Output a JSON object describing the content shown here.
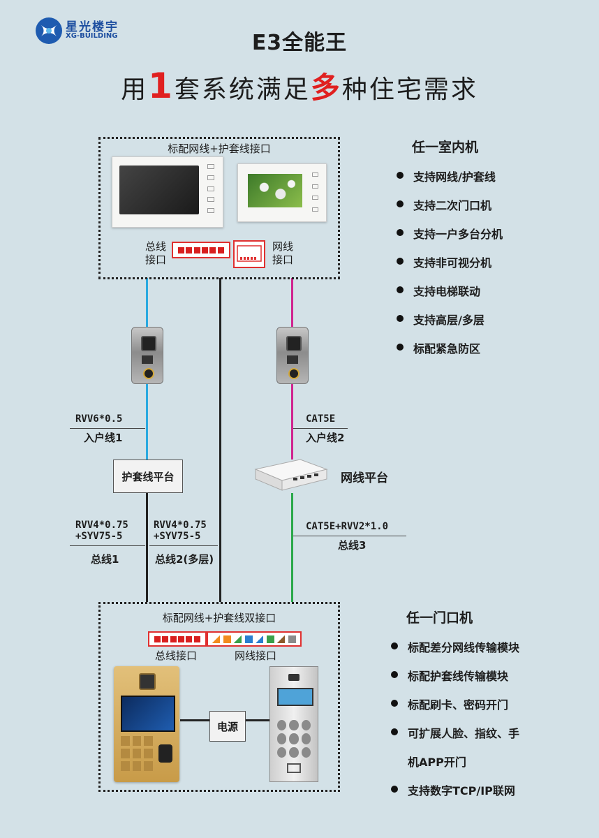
{
  "brand": {
    "name": "星光楼宇",
    "sub": "XG-BUILDING",
    "color": "#1e4fa0"
  },
  "header": {
    "title": "E3全能王",
    "subtitle_a": "用",
    "subtitle_num": "1",
    "subtitle_b": "套系统满足",
    "subtitle_many": "多",
    "subtitle_c": "种住宅需求"
  },
  "indoor": {
    "box_label": "标配网线+护套线接口",
    "bus_port_label": "总线\n接口",
    "net_port_label": "网线\n接口"
  },
  "indoor_features": {
    "title": "任一室内机",
    "items": [
      "支持网线/护套线",
      "支持二次门口机",
      "支持一户多台分机",
      "支持非可视分机",
      "支持电梯联动",
      "支持高层/多层",
      "标配紧急防区"
    ]
  },
  "cables": {
    "left_spec": "RVV6*0.5",
    "left_name": "入户线1",
    "right_spec": "CAT5E",
    "right_name": "入户线2",
    "bus1_spec_1": "RVV4*0.75",
    "bus1_spec_2": "+SYV75-5",
    "bus1_name": "总线1",
    "bus2_spec_1": "RVV4*0.75",
    "bus2_spec_2": "+SYV75-5",
    "bus2_name": "总线2(多层)",
    "bus3_spec": "CAT5E+RVV2*1.0",
    "bus3_name": "总线3"
  },
  "platforms": {
    "sheath": "护套线平台",
    "network": "网线平台"
  },
  "outdoor": {
    "box_label": "标配网线+护套线双接口",
    "bus_port_label": "总线接口",
    "net_port_label": "网线接口",
    "power_label": "电源"
  },
  "outdoor_features": {
    "title": "任一门口机",
    "items": [
      "标配差分网线传输模块",
      "标配护套线传输模块",
      "标配刷卡、密码开门",
      "可扩展人脸、指纹、手",
      "机APP开门",
      "支持数字TCP/IP联网"
    ]
  },
  "colors": {
    "background": "#d3e1e7",
    "blue_wire": "#2aa9e0",
    "magenta_wire": "#d0258f",
    "green_wire": "#2aa84a",
    "black_wire": "#222222",
    "accent_red": "#e02020"
  }
}
